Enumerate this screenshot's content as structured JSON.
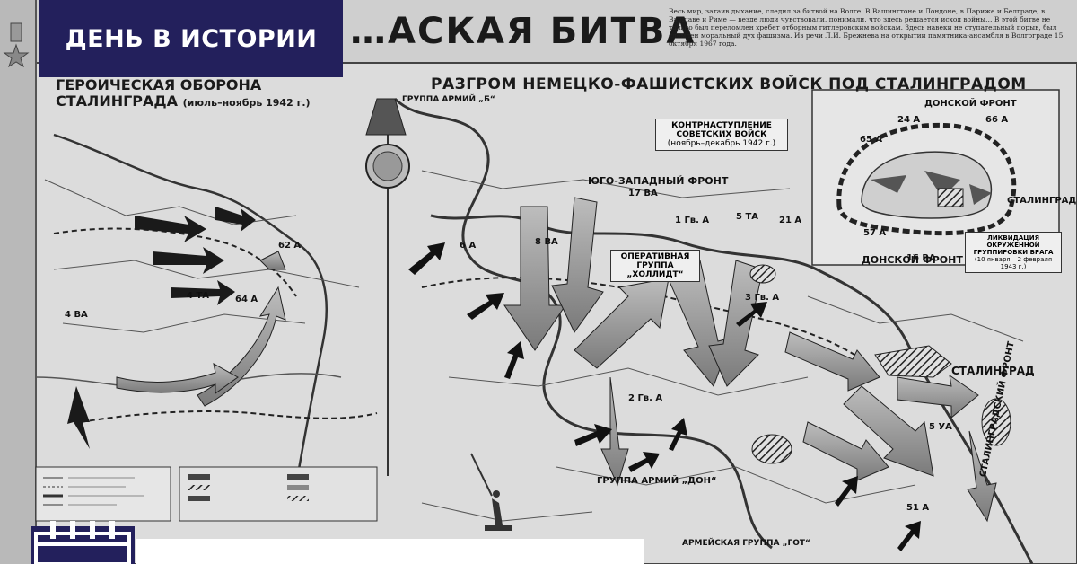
{
  "banner": {
    "label": "ДЕНЬ В ИСТОРИИ"
  },
  "poster": {
    "title": "…АСКАЯ БИТВА",
    "quote": "Весь мир, затаив дыхание, следил за битвой на Волге. В Вашингтоне и Лондоне, в Париже и Белграде, в Варшаве и Риме — везде люди чувствовали, понимали, что здесь решается исход войны… В этой битве не только был переломлен хребет отборным гитлеровским войскам. Здесь навеки не ступательный порыв, был сломлен моральный дух фашизма. Из речи Л.И. Брежнева на открытии памятника-ансамбля в Волгограде 15 октября 1967 года.",
    "left_heading_1": "ГЕРОИЧЕСКАЯ ОБОРОНА",
    "left_heading_2": "СТАЛИНГРАДА",
    "left_heading_dates": "(июль–ноябрь 1942 г.)",
    "right_heading": "РАЗГРОМ НЕМЕЦКО-ФАШИСТСКИХ ВОЙСК ПОД СТАЛИНГРАДОМ"
  },
  "map_labels": {
    "counteroffensive": "КОНТРНАСТУПЛЕНИЕ СОВЕТСКИХ ВОЙСК",
    "counteroffensive_dates": "(ноябрь–декабрь 1942 г.)",
    "southwest_front": "ЮГО-ЗАПАДНЫЙ ФРОНТ",
    "don_front": "ДОНСКОЙ ФРОНТ",
    "don_front_inset": "ДОНСКОЙ ФРОНТ",
    "stalingrad": "СТАЛИНГРАД",
    "stalingrad_inset": "СТАЛИНГРАД",
    "stalingrad_front": "СТАЛИНГРАДСКИЙ ФРОНТ",
    "operative_group": "ОПЕРАТИВНАЯ ГРУППА „ХОЛЛИДТ“",
    "army_group_don": "ГРУППА АРМИЙ „ДОН“",
    "army_group_b": "ГРУППА АРМИЙ „Б“",
    "army_group_hoth": "АРМЕЙСКАЯ ГРУППА „ГОТ“",
    "liquidation": "ЛИКВИДАЦИЯ ОКРУЖЕННОЙ ГРУППИРОВКИ ВРАГА",
    "liquidation_dates": "(10 января – 2 февраля 1943 г.)",
    "a8va": "8 ВА",
    "a6a": "6 А",
    "a17va": "17 ВА",
    "a5ta": "5 ТА",
    "a21a": "21 А",
    "a65a": "65 А",
    "a24a": "24 А",
    "a66a": "66 А",
    "a57a": "57 А",
    "a51a": "51 А",
    "a4ta": "4 ТА",
    "a64a": "64 А",
    "a62a": "62 А",
    "a16va": "16 ВА",
    "a4va": "4 ВА",
    "a1ga": "1 Гв. А",
    "a3ga": "3 Гв. А",
    "a2ga": "2 Гв. А",
    "a5ua": "5 УА"
  },
  "colors": {
    "banner_bg": "#23205c",
    "banner_text": "#ffffff",
    "map_paper": "#d9d9d9",
    "ink": "#1a1a1a"
  },
  "icons": {
    "calendar": "calendar-icon",
    "star": "star-medal-icon",
    "medal": "medal-icon"
  }
}
